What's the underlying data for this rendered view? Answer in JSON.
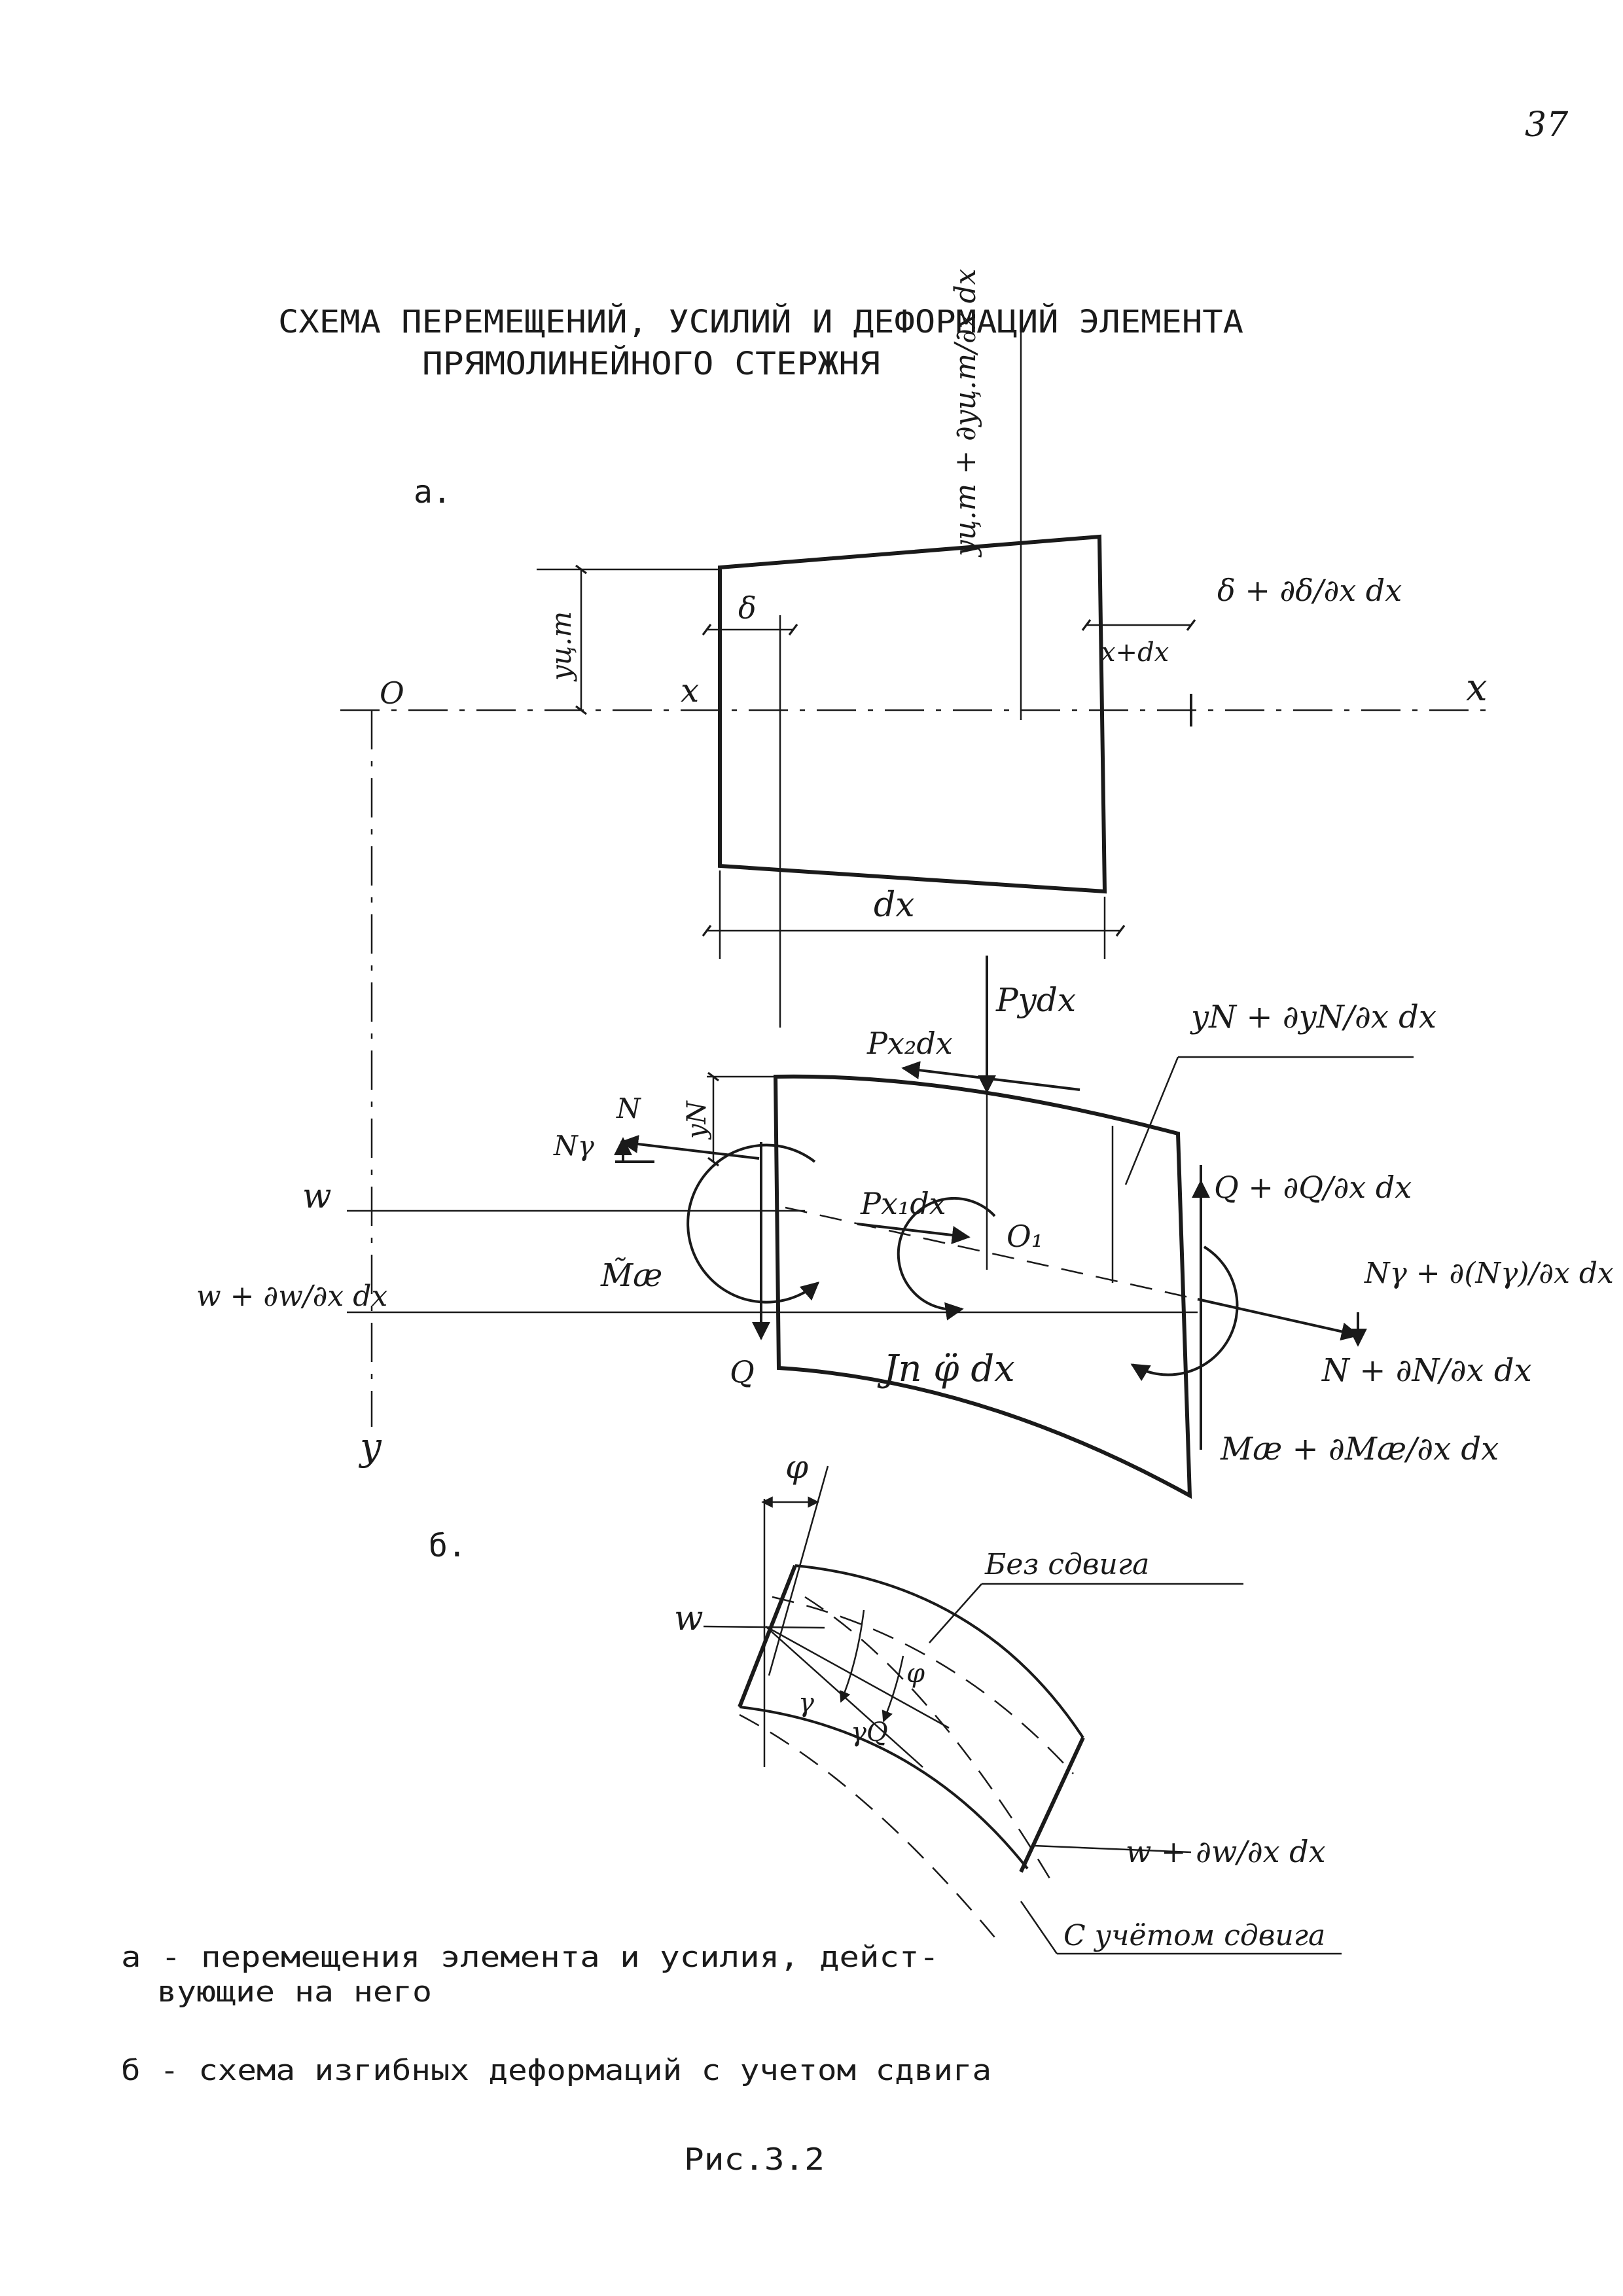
{
  "page_number": "37",
  "title": {
    "line1": "СХЕМА ПЕРЕМЕЩЕНИЙ, УСИЛИЙ И ДЕФОРМАЦИЙ ЭЛЕМЕНТА",
    "line2": "ПРЯМОЛИНЕЙНОГО СТЕРЖНЯ"
  },
  "panel_a": {
    "marker": "а.",
    "labels": {
      "origin": "O",
      "x_left": "x",
      "x_axis": "x",
      "y_axis": "y",
      "x_plus_dx": "x+dx",
      "dx": "dx",
      "delta": "δ",
      "delta_plus": "δ + ∂δ/∂x dx",
      "y_cht": "yц.т",
      "y_cht_plus": "yц.т + ∂yц.т/∂x dx"
    }
  },
  "panel_a_forces": {
    "N": "N",
    "N_gamma": "Nγ",
    "y_N": "yN",
    "y_N_plus": "yN + ∂yN/∂x dx",
    "P_y": "Pydx",
    "P_x2": "Px₂dx",
    "P_x1": "Px₁dx",
    "O1": "O₁",
    "w": "w",
    "w_plus": "w + ∂w/∂x dx",
    "M_tilde": "M̃æ",
    "Q": "Q",
    "Q_plus": "Q + ∂Q/∂x dx",
    "N_gamma_plus": "Nγ + ∂(Nγ)/∂x dx",
    "N_plus": "N + ∂N/∂x dx",
    "inertia": "Jn φ̈ dx",
    "M_plus": "Mæ + ∂Mæ/∂x dx"
  },
  "panel_b": {
    "marker": "б.",
    "phi_top": "φ",
    "w": "w",
    "without_shear": "Без сдвига",
    "gamma": "γ",
    "gamma_Q": "γQ",
    "phi": "φ",
    "w_plus": "w + ∂w/∂x dx",
    "with_shear": "С учётом сдвига"
  },
  "captions": {
    "a_line1": "а - перемещения элемента и усилия, дейст-",
    "a_line2": "вующие на него",
    "b": "б - схема изгибных деформаций с учетом сдвига",
    "figure": "Рис.3.2"
  }
}
